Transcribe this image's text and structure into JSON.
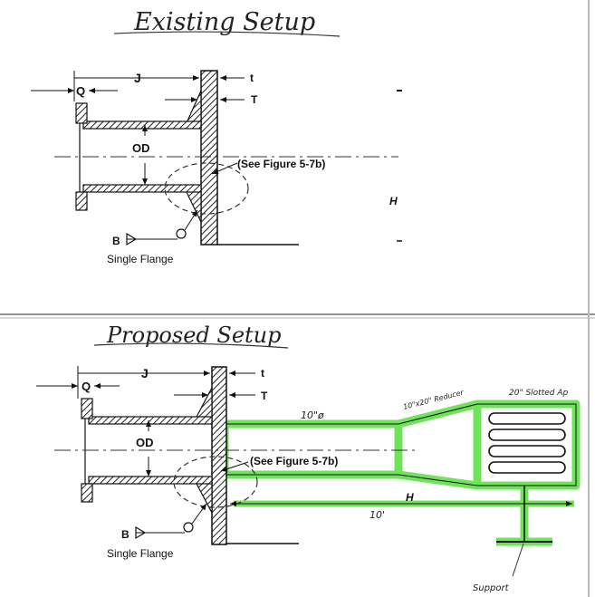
{
  "existing": {
    "title": "Existing Setup",
    "dim_j": "J",
    "dim_t_small": "t",
    "dim_q": "Q",
    "dim_t_big": "T",
    "dim_od": "OD",
    "see_figure": "(See Figure 5-7b)",
    "dim_h": "H",
    "weld_b": "B",
    "caption": "Single Flange"
  },
  "proposed": {
    "title": "Proposed Setup",
    "dim_j": "J",
    "dim_t_small": "t",
    "dim_q": "Q",
    "dim_t_big": "T",
    "dim_od": "OD",
    "see_figure": "(See Figure 5-7b)",
    "dim_h": "H",
    "weld_b": "B",
    "caption": "Single Flange",
    "pipe_label": "10\"ø",
    "reducer_label": "10\"x20\" Reducer",
    "slotted_label": "20\" Slotted Ap",
    "length_label": "10'",
    "support_label": "Support"
  },
  "colors": {
    "highlight": "#6fe35a",
    "ink": "#1a1a1a"
  }
}
